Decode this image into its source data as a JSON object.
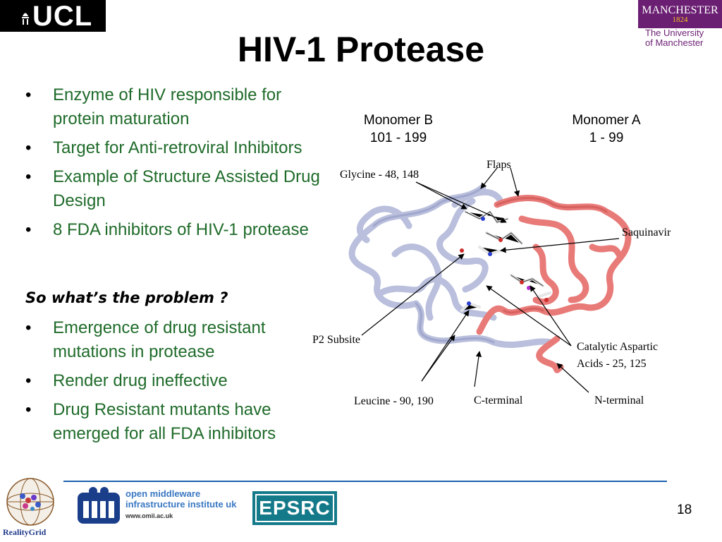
{
  "logos": {
    "ucl": "UCL",
    "manchester_name": "MANCHESTER",
    "manchester_year": "1824",
    "manchester_sub1": "The University",
    "manchester_sub2": "of Manchester",
    "realitygrid": "RealityGrid",
    "omii_line1": "open middleware",
    "omii_line2": "infrastructure institute uk",
    "omii_url": "www.omii.ac.uk",
    "epsrc": "EPSRC"
  },
  "slide": {
    "title": "HIV-1 Protease",
    "bullets": [
      "Enzyme of HIV responsible for protein maturation",
      "Target for Anti-retroviral Inhibitors",
      "Example of Structure Assisted Drug Design",
      "8 FDA inhibitors of HIV-1 protease"
    ],
    "question": "So what’s the problem ?",
    "bullets2": [
      "Emergence of drug resistant mutations in protease",
      "Render drug ineffective",
      "Drug Resistant mutants have emerged for all FDA inhibitors"
    ],
    "bullet_symbol": "•",
    "page_number": "18"
  },
  "figure": {
    "monomer_b_name": "Monomer B",
    "monomer_b_range": "101 - 199",
    "monomer_a_name": "Monomer A",
    "monomer_a_range": "1 - 99",
    "labels": {
      "flaps": "Flaps",
      "glycine": "Glycine - 48, 148",
      "saquinavir": "Saquinavir",
      "p2": "P2 Subsite",
      "catalytic1": "Catalytic Aspartic",
      "catalytic2": "Acids - 25, 125",
      "leucine": "Leucine - 90, 190",
      "cterm": "C-terminal",
      "nterm": "N-terminal"
    },
    "colors": {
      "monomer_a": "#e87a78",
      "monomer_b": "#b9bfdc"
    }
  }
}
